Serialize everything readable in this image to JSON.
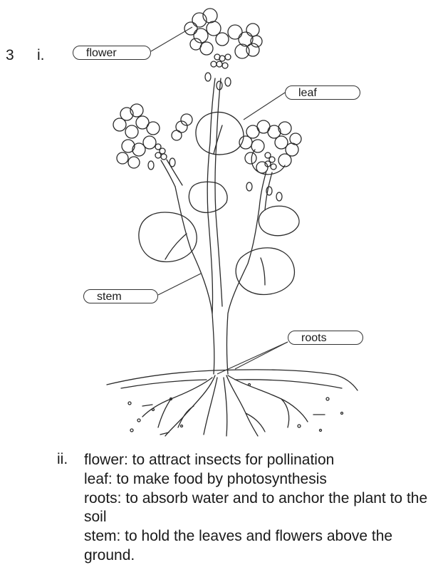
{
  "question": {
    "number": "3",
    "part_i": "i.",
    "part_ii": "ii."
  },
  "labels": {
    "flower": "flower",
    "leaf": "leaf",
    "stem": "stem",
    "roots": "roots"
  },
  "answers": [
    {
      "text": "flower: to attract insects for pollination"
    },
    {
      "text": "leaf: to make food by photosynthesis"
    },
    {
      "text": "roots: to absorb water and to anchor the plant to the soil"
    },
    {
      "text": "stem: to hold the leaves and flowers above the ground."
    }
  ]
}
